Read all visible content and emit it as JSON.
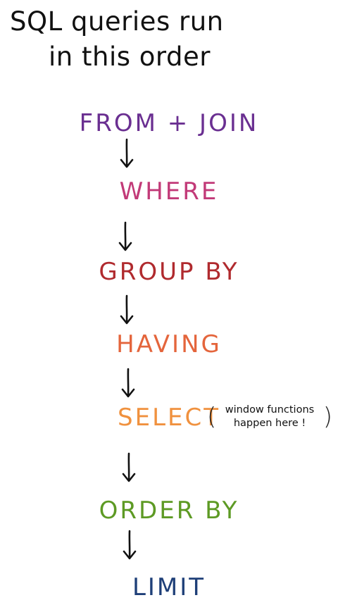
{
  "title": {
    "line1": "SQL queries run",
    "line2": "in this order"
  },
  "steps": [
    {
      "label": "FROM + JOIN",
      "color": "#6a2f91"
    },
    {
      "label": "WHERE",
      "color": "#c23a78"
    },
    {
      "label": "GROUP BY",
      "color": "#b02a2e"
    },
    {
      "label": "HAVING",
      "color": "#e4653c"
    },
    {
      "label": "SELECT",
      "color": "#f0913e"
    },
    {
      "label": "ORDER BY",
      "color": "#5d9a24"
    },
    {
      "label": "LIMIT",
      "color": "#1e3f78"
    }
  ],
  "note": {
    "open": "(",
    "line1": "window functions",
    "line2": "happen here !",
    "close": ")"
  }
}
